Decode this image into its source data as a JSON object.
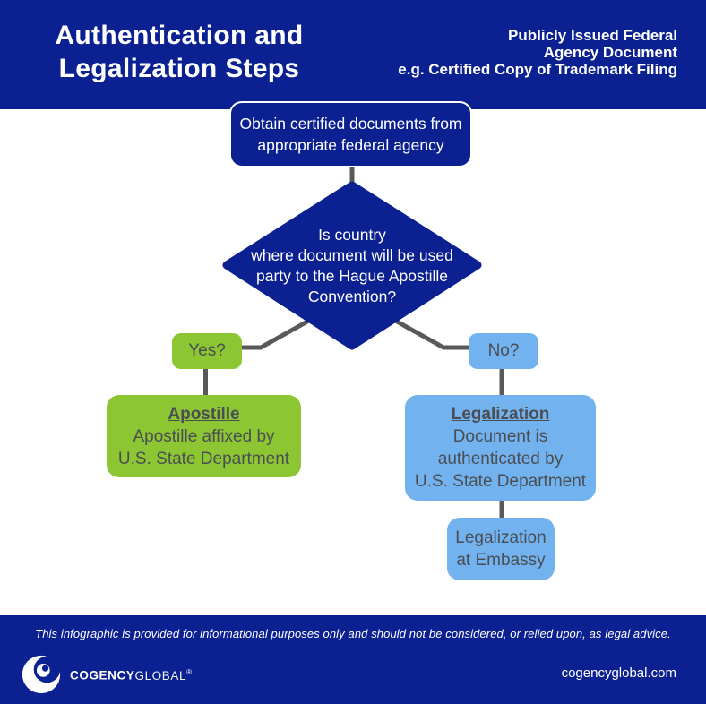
{
  "colors": {
    "navy": "#0b2091",
    "green": "#8cc633",
    "light_blue": "#72b3ef",
    "box_text_gray": "#4a4e53",
    "connector_gray": "#58595b",
    "white": "#ffffff"
  },
  "header": {
    "title_lines": [
      "Authentication and",
      "Legalization Steps"
    ],
    "subtitle_lines": [
      "Publicly Issued Federal",
      "Agency Document",
      "e.g. Certified Copy of Trademark Filing"
    ]
  },
  "flow": {
    "start_box": {
      "lines": [
        "Obtain certified documents from",
        "appropriate federal agency"
      ]
    },
    "decision": {
      "lines": [
        "Is country",
        "where document will be used",
        "party to the Hague Apostille",
        "Convention?"
      ]
    },
    "yes_label": "Yes?",
    "no_label": "No?",
    "apostille_box": {
      "title": "Apostille",
      "lines": [
        "Apostille affixed by",
        "U.S. State Department"
      ]
    },
    "legalization_box": {
      "title": "Legalization",
      "lines": [
        "Document is",
        "authenticated by",
        "U.S. State Department"
      ]
    },
    "embassy_box": {
      "lines": [
        "Legalization",
        "at Embassy"
      ]
    }
  },
  "footer": {
    "disclaimer": "This infographic is provided for informational purposes only and should not be considered, or relied upon, as legal advice.",
    "brand_bold": "COGENCY",
    "brand_light": "GLOBAL",
    "brand_reg": "®",
    "website": "cogencyglobal.com"
  }
}
